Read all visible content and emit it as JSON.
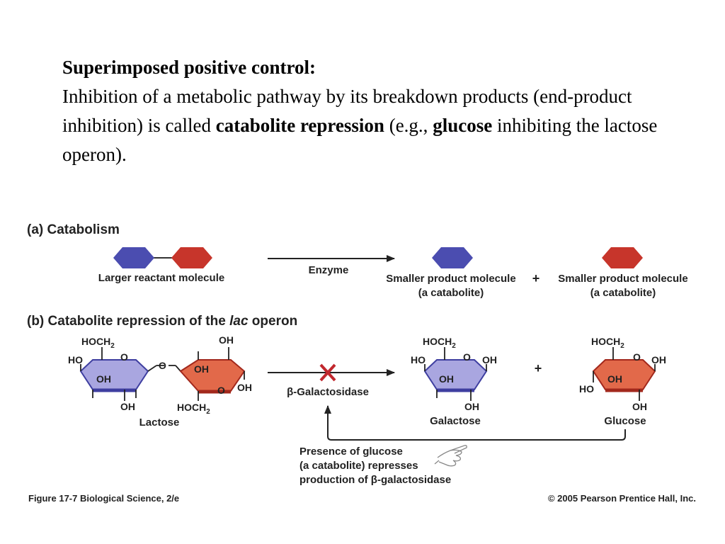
{
  "slide": {
    "heading": "Superimposed positive control:",
    "para_part1": "Inhibition of a metabolic pathway by its breakdown products (end-product inhibition) is called ",
    "bold1": "catabolite repression",
    "para_part2": " (e.g., ",
    "bold2": "glucose",
    "para_part3": " inhibiting the lactose operon)."
  },
  "colors": {
    "blue": "#4b4db0",
    "red": "#c7352b",
    "purple": "#a9a6e0",
    "orange": "#e2694a",
    "cross": "#c1272d"
  },
  "figure": {
    "panel_a": {
      "title": "(a) Catabolism",
      "reactant": "Larger reactant molecule",
      "enzyme": "Enzyme",
      "product1_line1": "Smaller product molecule",
      "product1_line2": "(a catabolite)",
      "plus": "+",
      "product2_line1": "Smaller product molecule",
      "product2_line2": "(a catabolite)"
    },
    "panel_b": {
      "title_pre": "(b) Catabolite repression of the ",
      "title_ital": "lac",
      "title_post": " operon",
      "lactose": "Lactose",
      "galactose": "Galactose",
      "glucose": "Glucose",
      "enzyme": "β-Galactosidase",
      "plus": "+",
      "note_line1": "Presence of glucose",
      "note_line2": "(a catabolite) represses",
      "note_line3": "production of β-galactosidase",
      "atoms": {
        "hoch2": "HOCH",
        "sub2": "2",
        "ho": "HO",
        "oh": "OH",
        "o": "O"
      }
    },
    "caption_left": "Figure 17-7  Biological Science, 2/e",
    "caption_right": "© 2005 Pearson Prentice Hall, Inc."
  }
}
